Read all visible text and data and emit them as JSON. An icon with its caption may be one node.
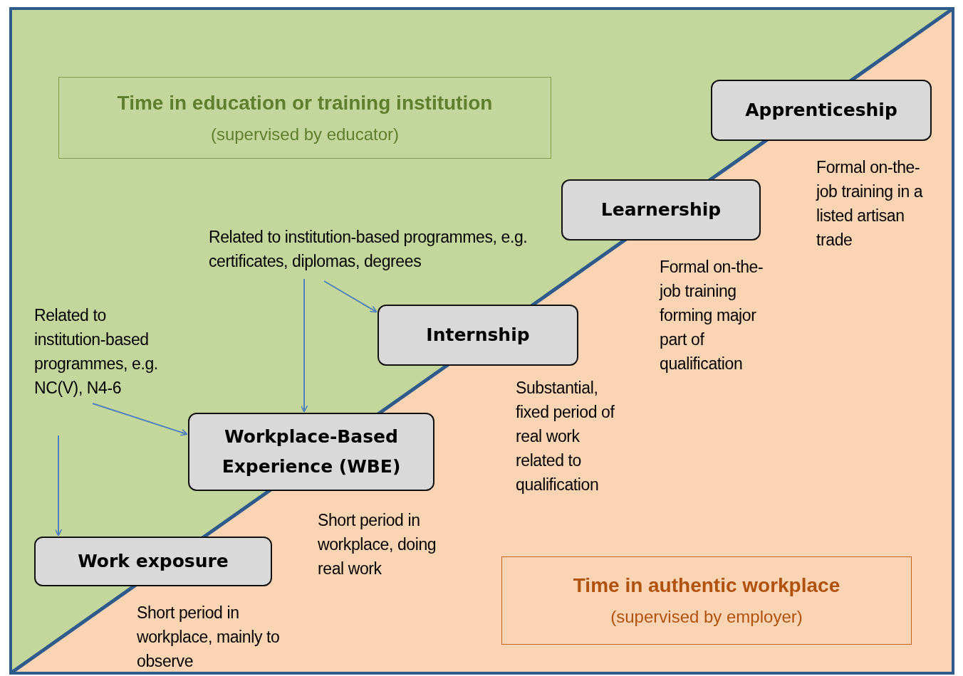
{
  "diagram": {
    "nodes": [
      {
        "text": [
          "Time in education or training institution",
          "(supervised by educator)"
        ]
      },
      {
        "text": [
          "Time in authentic workplace",
          "(supervised by employer)"
        ]
      },
      {
        "text": [
          "Apprenticeship"
        ],
        "beside": [
          "Formal on-the-job training in a listed artisan trade"
        ]
      },
      {
        "text": [
          "Learnership"
        ],
        "beside": [
          "Formal on-the-job training forming major part of qualification"
        ]
      },
      {
        "text": [
          "Related to institution-based programmes, e.g. certificates, diplomas, degrees"
        ]
      },
      {
        "text": [
          "Internship"
        ],
        "beside": [
          "Substantial, fixed period of real work related to qualification"
        ]
      },
      {
        "text": [
          "Related to institution-based programmes, e.g. NC(V), N4-6"
        ]
      },
      {
        "text": [
          "Workplace-Based Experience (WBE)"
        ],
        "beside": [
          "Short period in workplace, doing real work"
        ]
      },
      {
        "text": [
          "Work exposure"
        ],
        "beside": [
          "Short period in workplace, mainly to observe"
        ]
      }
    ],
    "edges": [
      {
        "from": 4,
        "to": 5,
        "arrow": "to"
      },
      {
        "from": 4,
        "to": 7,
        "arrow": "to"
      },
      {
        "from": 6,
        "to": 7,
        "arrow": "to"
      },
      {
        "from": 6,
        "to": 8,
        "arrow": "to"
      }
    ]
  }
}
